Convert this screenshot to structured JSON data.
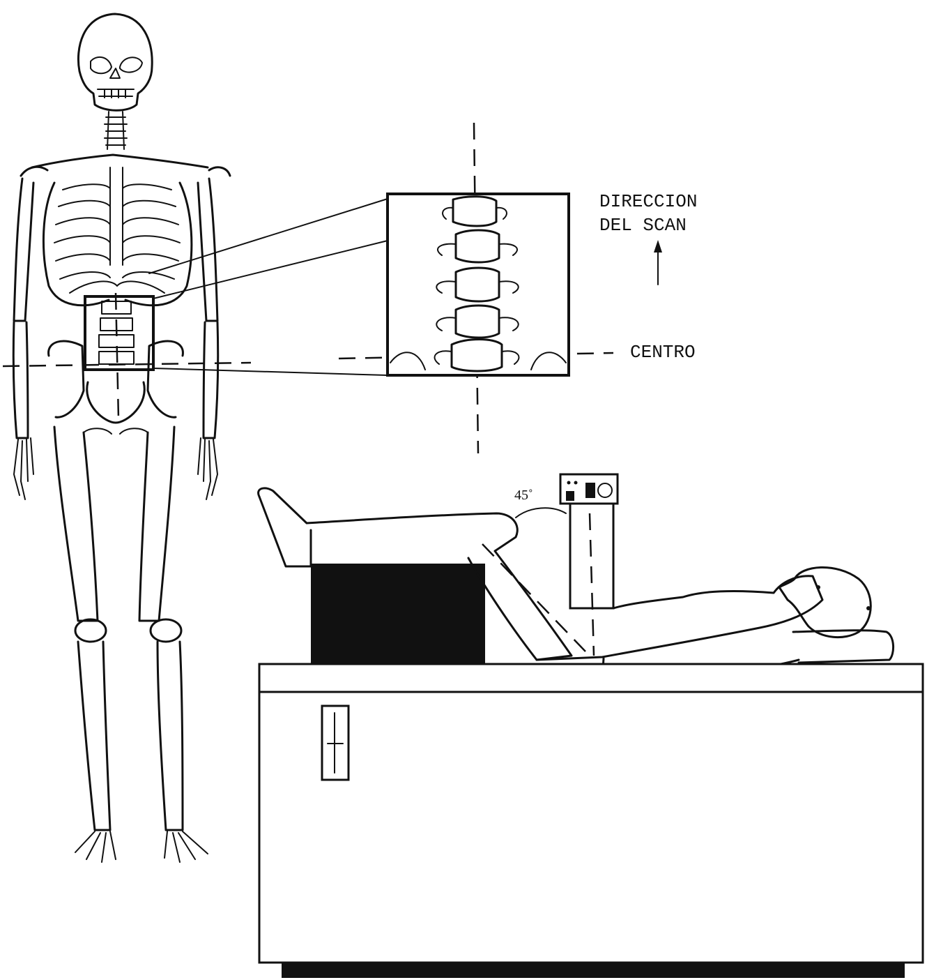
{
  "labels": {
    "scan_direction_line1": "DIRECCION",
    "scan_direction_line2": "DEL SCAN",
    "center": "CENTRO",
    "angle": "45˚"
  }
}
